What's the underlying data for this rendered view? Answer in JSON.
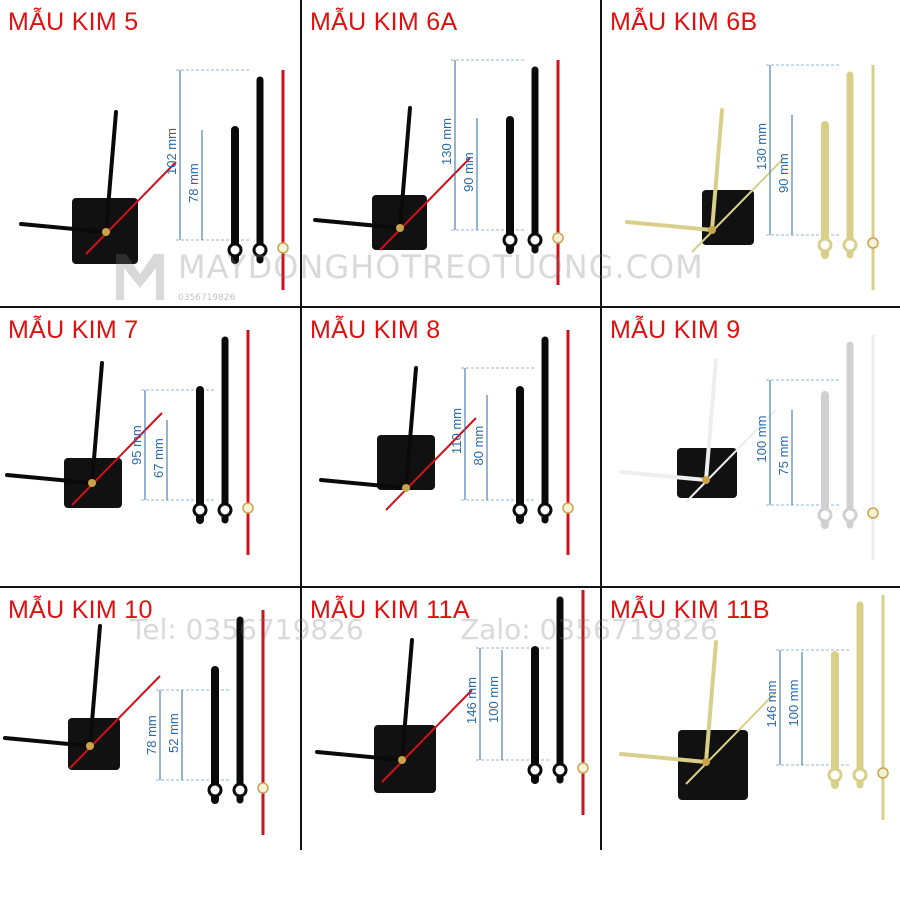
{
  "cells": [
    {
      "title": "MẪU KIM 5",
      "dim_big": "102 mm",
      "dim_small": "78 mm",
      "style": "black"
    },
    {
      "title": "MẪU KIM 6A",
      "dim_big": "130 mm",
      "dim_small": "90 mm",
      "style": "black"
    },
    {
      "title": "MẪU KIM 6B",
      "dim_big": "130 mm",
      "dim_small": "90 mm",
      "style": "gold"
    },
    {
      "title": "MẪU KIM 7",
      "dim_big": "95 mm",
      "dim_small": "67 mm",
      "style": "black"
    },
    {
      "title": "MẪU KIM 8",
      "dim_big": "110 mm",
      "dim_small": "80 mm",
      "style": "black"
    },
    {
      "title": "MẪU KIM 9",
      "dim_big": "100 mm",
      "dim_small": "75 mm",
      "style": "white"
    },
    {
      "title": "MẪU KIM 10",
      "dim_big": "78 mm",
      "dim_small": "52 mm",
      "style": "black"
    },
    {
      "title": "MẪU KIM 11A",
      "dim_big": "146 mm",
      "dim_small": "100 mm",
      "style": "black"
    },
    {
      "title": "MẪU KIM 11B",
      "dim_big": "146 mm",
      "dim_small": "100 mm",
      "style": "gold"
    }
  ],
  "colors": {
    "title": "#e01010",
    "dimension": "#2b6aa8",
    "divider": "#111111",
    "second_hand": "#d0101a",
    "gold": "#d8d08a",
    "black_hand": "#0a0a0a"
  },
  "watermark": {
    "site": "MAYDONGHOTREOTUONG.COM",
    "phone_small": "0356719826",
    "tel": "Tel: 0356719826",
    "zalo": "Zalo: 0356719826"
  }
}
